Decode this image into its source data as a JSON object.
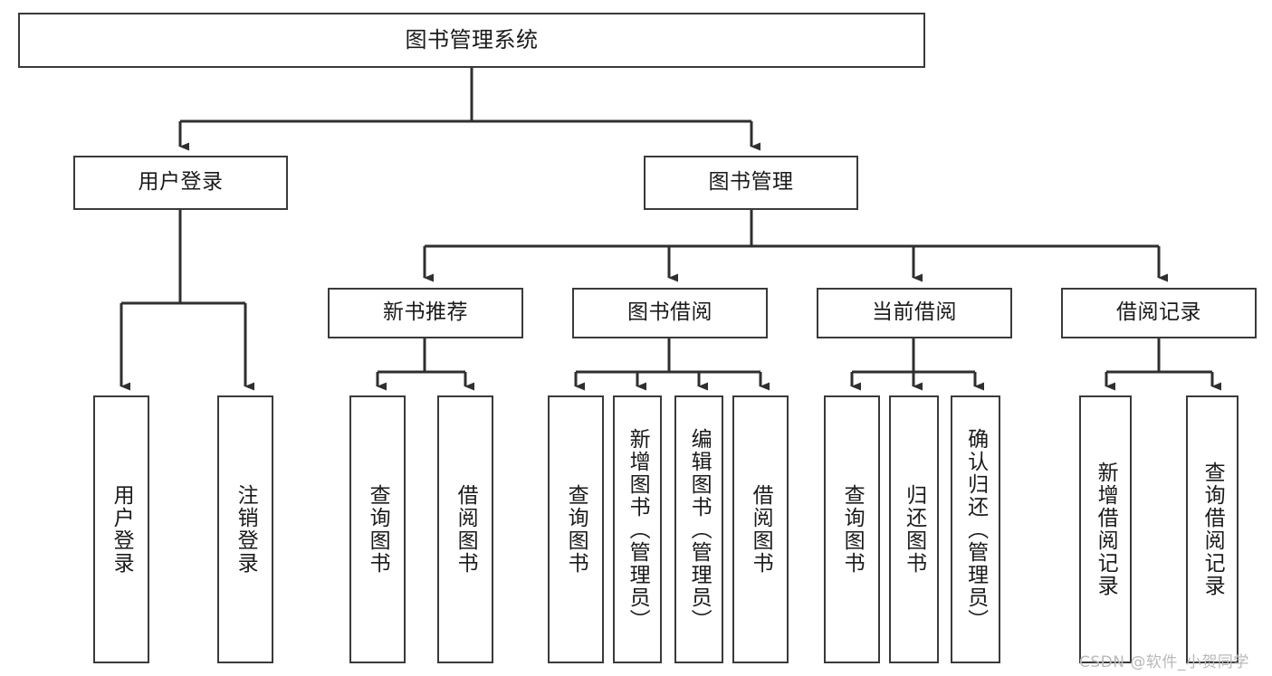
{
  "diagram": {
    "title": "图书管理系统",
    "type": "tree-hierarchy-chart",
    "watermark": "CSDN @软件_小贺同学",
    "colors": {
      "box_border": "#3a3a3a",
      "box_fill": "#ffffff",
      "connector": "#2f2f2f",
      "text": "#1a1a1a",
      "watermark": "#b9b9b9",
      "background": "#ffffff"
    },
    "root": {
      "label": "图书管理系统"
    },
    "level2": [
      {
        "label": "用户登录"
      },
      {
        "label": "图书管理"
      }
    ],
    "level3": [
      {
        "label": "新书推荐"
      },
      {
        "label": "图书借阅"
      },
      {
        "label": "当前借阅"
      },
      {
        "label": "借阅记录"
      }
    ],
    "leaves": {
      "user_login": [
        {
          "label": "用户登录"
        },
        {
          "label": "注销登录"
        }
      ],
      "new_book_recommend": [
        {
          "label": "查询图书"
        },
        {
          "label": "借阅图书"
        }
      ],
      "book_borrow": [
        {
          "label": "查询图书"
        },
        {
          "label": "新增图书（管理员）"
        },
        {
          "label": "编辑图书（管理员）"
        },
        {
          "label": "借阅图书"
        }
      ],
      "current_borrow": [
        {
          "label": "查询图书"
        },
        {
          "label": "归还图书"
        },
        {
          "label": "确认归还（管理员）"
        }
      ],
      "borrow_record": [
        {
          "label": "新增借阅记录"
        },
        {
          "label": "查询借阅记录"
        }
      ]
    }
  }
}
